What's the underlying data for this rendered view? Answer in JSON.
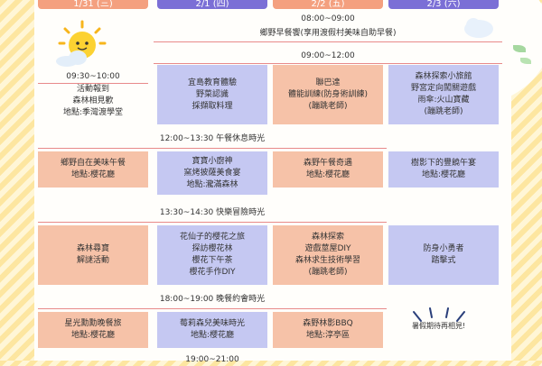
{
  "headers": [
    {
      "label": "1/31 (三)",
      "color": "#f4a07f"
    },
    {
      "label": "2/1 (四)",
      "color": "#7b6fd6"
    },
    {
      "label": "2/2 (五)",
      "color": "#f4a07f"
    },
    {
      "label": "2/3 (六)",
      "color": "#7b6fd6"
    }
  ],
  "breakfast": {
    "time": "08:00~09:00",
    "label": "鄉野早餐饗(享用渡假村美味自助早餐)"
  },
  "morning_time": "09:00~12:00",
  "day1_morning": {
    "time": "09:30~10:00",
    "lines": [
      "活動報到",
      "森林相見歡",
      "地點:季灣渡學堂"
    ]
  },
  "morning": [
    {
      "lines": [
        "宜島教育體驗",
        "野菜認識",
        "採擷取料理"
      ]
    },
    {
      "lines": [
        "聯巴達",
        "體能訓練(防身術訓練)",
        "(蹦跳老師)"
      ]
    },
    {
      "lines": [
        "森林探索小旅館",
        "野宮定向闖關遊戲",
        "雨傘:火山寶藏",
        "(蹦跳老師)"
      ]
    }
  ],
  "lunch_break": "12:00~13:30 午餐休息時光",
  "lunch": [
    {
      "lines": [
        "鄉野自在美味午餐",
        "地點:櫻花廳"
      ]
    },
    {
      "lines": [
        "寶寶小廚神",
        "窯烤披薩美食宴",
        "地點:瀧滿森林"
      ]
    },
    {
      "lines": [
        "森野午餐奇遇",
        "地點:櫻花廳"
      ]
    },
    {
      "lines": [
        "樹影下的豐饒午宴",
        "地點:櫻花廳"
      ]
    }
  ],
  "afternoon_time": "13:30~14:30 快樂冒險時光",
  "afternoon": [
    {
      "lines": [
        "森林尋寶",
        "解謎活動"
      ]
    },
    {
      "lines": [
        "花仙子的櫻花之旅",
        "探訪櫻花林",
        "櫻花下午茶",
        "櫻花手作DIY"
      ]
    },
    {
      "lines": [
        "森林探索",
        "遊戲莖屋DIY",
        "森林求生技術學習",
        "(蹦跳老師)"
      ]
    },
    {
      "lines": [
        "防身小勇者",
        "踏擊式"
      ]
    }
  ],
  "dinner_time": "18:00~19:00 晚餐約會時光",
  "dinner": [
    {
      "lines": [
        "星光勳勳晚餐旅",
        "地點:櫻花廳"
      ]
    },
    {
      "lines": [
        "莓莉森兒美味時光",
        "地點:櫻花廳"
      ]
    },
    {
      "lines": [
        "森野林影BBQ",
        "地點:淳亭區"
      ]
    }
  ],
  "night_time": "19:00~21:00",
  "sign_text": "暑假期待再相見!"
}
